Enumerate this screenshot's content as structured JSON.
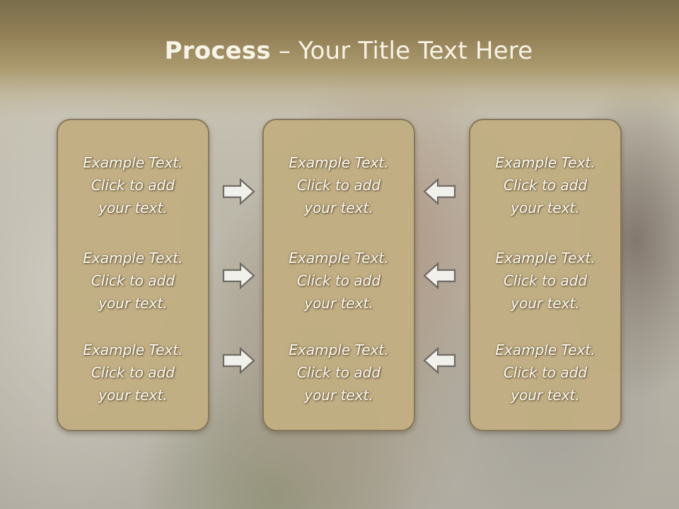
{
  "slide": {
    "title_bold": "Process",
    "title_separator": " – ",
    "title_rest": "Your Title Text Here"
  },
  "columns": [
    {
      "blocks": [
        {
          "line1": "Example Text.",
          "line2": "Click  to add",
          "line3": "your text."
        },
        {
          "line1": "Example Text.",
          "line2": "Click  to add",
          "line3": "your text."
        },
        {
          "line1": "Example Text.",
          "line2": "Click  to add",
          "line3": "your text."
        }
      ]
    },
    {
      "blocks": [
        {
          "line1": "Example Text.",
          "line2": "Click  to add",
          "line3": "your text."
        },
        {
          "line1": "Example Text.",
          "line2": "Click  to add",
          "line3": "your text."
        },
        {
          "line1": "Example Text.",
          "line2": "Click  to add",
          "line3": "your text."
        }
      ]
    },
    {
      "blocks": [
        {
          "line1": "Example Text.",
          "line2": "Click  to add",
          "line3": "your text."
        },
        {
          "line1": "Example Text.",
          "line2": "Click  to add",
          "line3": "your text."
        },
        {
          "line1": "Example Text.",
          "line2": "Click  to add",
          "line3": "your text."
        }
      ]
    }
  ],
  "arrows": {
    "left_group_direction": "right",
    "right_group_direction": "left",
    "icon": "block-arrow-icon",
    "fill_color": "#f2f0ea",
    "stroke_color": "#6d6a64"
  },
  "colors": {
    "box_fill": "#c2af83",
    "box_border": "#857658",
    "title_text": "#f7f3e6",
    "title_band": "#927f56"
  }
}
